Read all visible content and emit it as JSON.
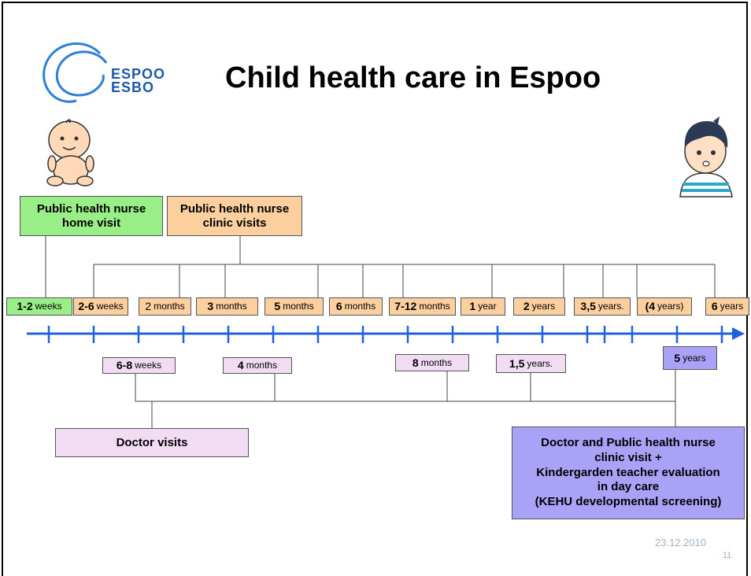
{
  "title": "Child health care in Espoo",
  "logo": {
    "line1": "ESPOO",
    "line2": "ESBO",
    "color": "#1c5aa8"
  },
  "colors": {
    "home_visit": "#99ee88",
    "clinic_visit": "#fbcf9e",
    "doctor_visit": "#f1dcf4",
    "combined_visit": "#a9a2f7",
    "axis": "#1f5fe0"
  },
  "top_groups": {
    "home": {
      "line1": "Public health nurse",
      "line2": "home visit"
    },
    "clinic": {
      "line1": "Public health nurse",
      "line2": "clinic visits"
    }
  },
  "top_ages": [
    {
      "n": "1-2",
      "unit": "weeks"
    },
    {
      "n": "2-6",
      "unit": "weeks"
    },
    {
      "n": "2",
      "unit": "months"
    },
    {
      "n": "3",
      "unit": "months"
    },
    {
      "n": "5",
      "unit": "months"
    },
    {
      "n": "6",
      "unit": "months"
    },
    {
      "n": "7-12",
      "unit": "months"
    },
    {
      "n": "1",
      "unit": "year"
    },
    {
      "n": "2",
      "unit": "years"
    },
    {
      "n": "3,5",
      "unit": "years."
    },
    {
      "n": "(4",
      "unit": "years)"
    },
    {
      "n": "6",
      "unit": "years"
    }
  ],
  "bottom_ages": [
    {
      "n": "6-8",
      "unit": "weeks"
    },
    {
      "n": "4",
      "unit": "months"
    },
    {
      "n": "8",
      "unit": "months"
    },
    {
      "n": "1,5",
      "unit": "years."
    },
    {
      "n": "5",
      "unit": "years"
    }
  ],
  "bottom_groups": {
    "doctor": "Doctor visits",
    "combined": {
      "line1": "Doctor and Public health nurse",
      "line2": "clinic visit +",
      "line3": "Kindergarden teacher evaluation",
      "line4": "in day care",
      "line5": "(KEHU developmental screening)"
    }
  },
  "icons": {
    "left": "baby-icon",
    "right": "boy-icon"
  },
  "footer": {
    "date": "23.12.2010",
    "page": "11"
  }
}
